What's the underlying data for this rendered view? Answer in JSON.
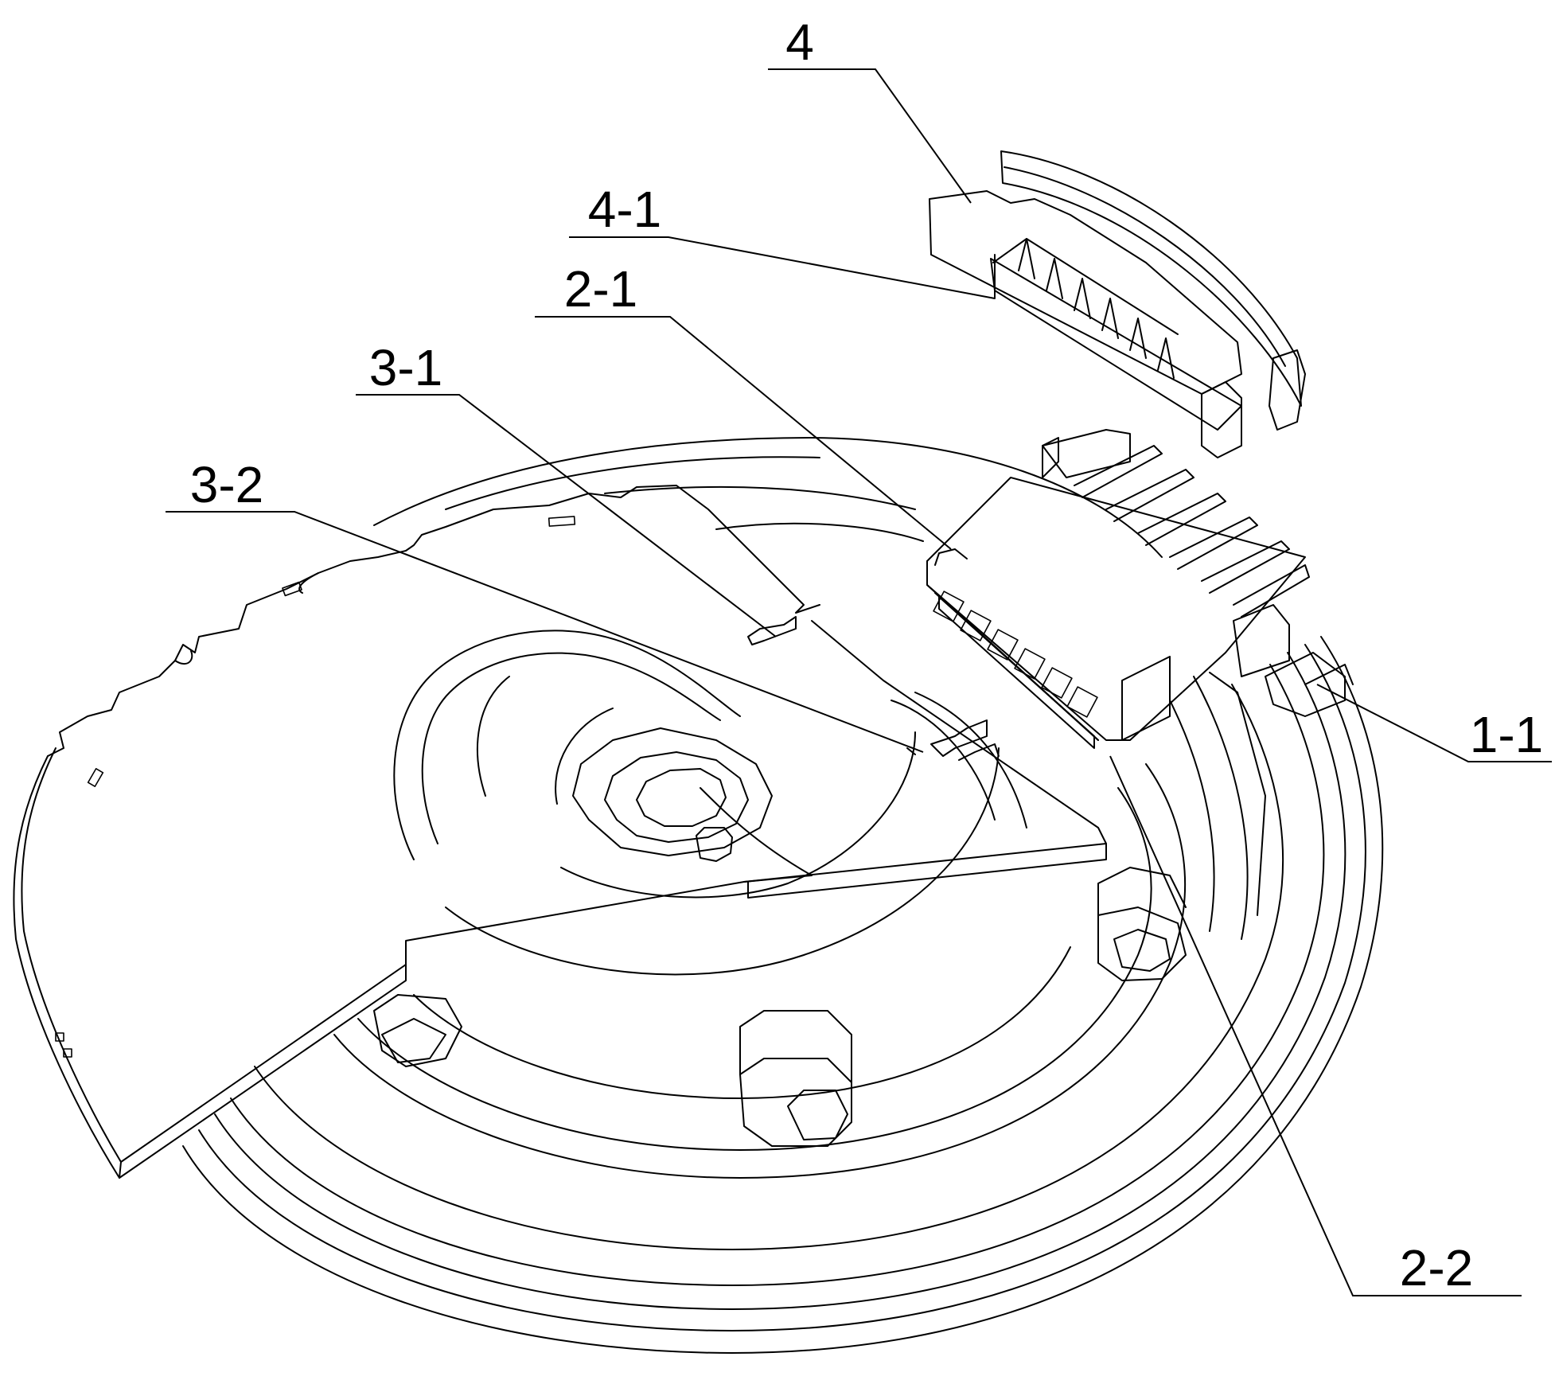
{
  "figure": {
    "line_color": "#000000",
    "background_color": "#ffffff"
  },
  "callouts": [
    {
      "id": "c4",
      "label": "4"
    },
    {
      "id": "c4-1",
      "label": "4-1"
    },
    {
      "id": "c2-1",
      "label": "2-1"
    },
    {
      "id": "c3-1",
      "label": "3-1"
    },
    {
      "id": "c3-2",
      "label": "3-2"
    },
    {
      "id": "c1-1",
      "label": "1-1"
    },
    {
      "id": "c2-2",
      "label": "2-2"
    }
  ]
}
